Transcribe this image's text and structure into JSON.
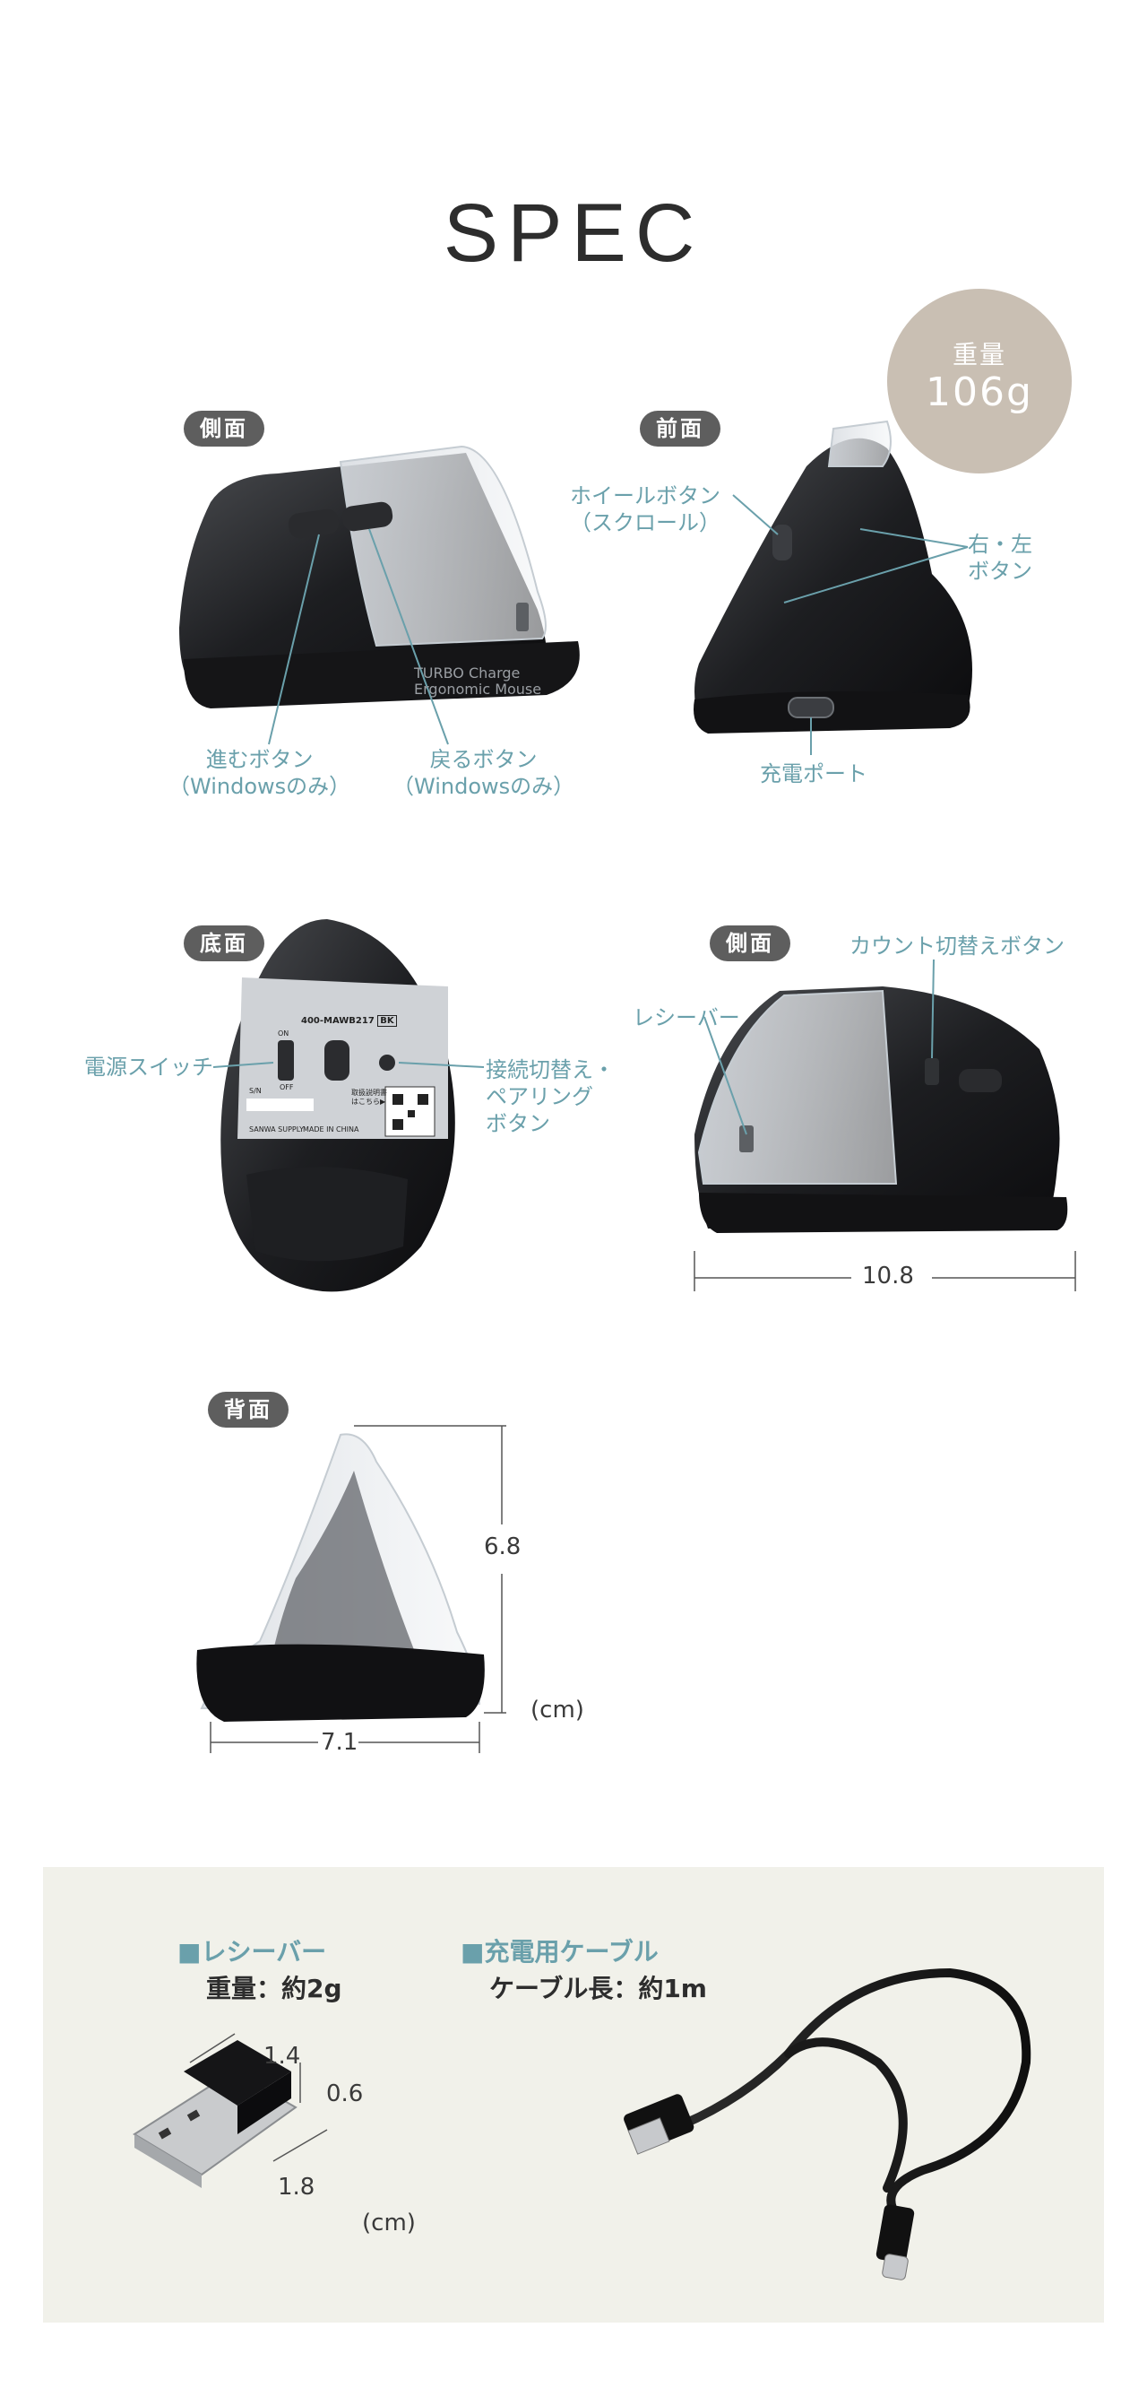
{
  "title": "SPEC",
  "weight": {
    "label": "重量",
    "value": "106g"
  },
  "views": {
    "side1": {
      "tag": "側面"
    },
    "front": {
      "tag": "前面"
    },
    "bottom": {
      "tag": "底面"
    },
    "side2": {
      "tag": "側面"
    },
    "back": {
      "tag": "背面"
    }
  },
  "product_print": {
    "line1": "TURBO Charge",
    "line2": "Ergonomic Mouse"
  },
  "bottom_print": {
    "model": "400-MAWB217",
    "badge": "BK",
    "qr_text_1": "取扱説明書",
    "qr_text_2": "はこちら▶",
    "made_in": "MADE IN CHINA",
    "sn": "S/N",
    "brand": "SANWA SUPPLY",
    "on": "ON",
    "off": "OFF"
  },
  "callouts": {
    "forward_button": [
      "進むボタン",
      "（Windowsのみ）"
    ],
    "back_button": [
      "戻るボタン",
      "（Windowsのみ）"
    ],
    "wheel_button": [
      "ホイールボタン",
      "（スクロール）"
    ],
    "right_left": [
      "右・左",
      "ボタン"
    ],
    "charge_port": "充電ポート",
    "power_switch": "電源スイッチ",
    "pairing": [
      "接続切替え・",
      "ペアリング",
      "ボタン"
    ],
    "receiver": "レシーバー",
    "count_switch": "カウント切替えボタン"
  },
  "dimensions": {
    "length": "10.8",
    "height": "6.8",
    "width": "7.1",
    "unit": "(cm)"
  },
  "accessories": {
    "receiver": {
      "heading": "■レシーバー",
      "sub": "重量：約2g",
      "dim_a": "1.4",
      "dim_b": "0.6",
      "dim_c": "1.8",
      "unit": "(cm)"
    },
    "cable": {
      "heading": "■充電用ケーブル",
      "sub": "ケーブル長：約1m"
    }
  }
}
